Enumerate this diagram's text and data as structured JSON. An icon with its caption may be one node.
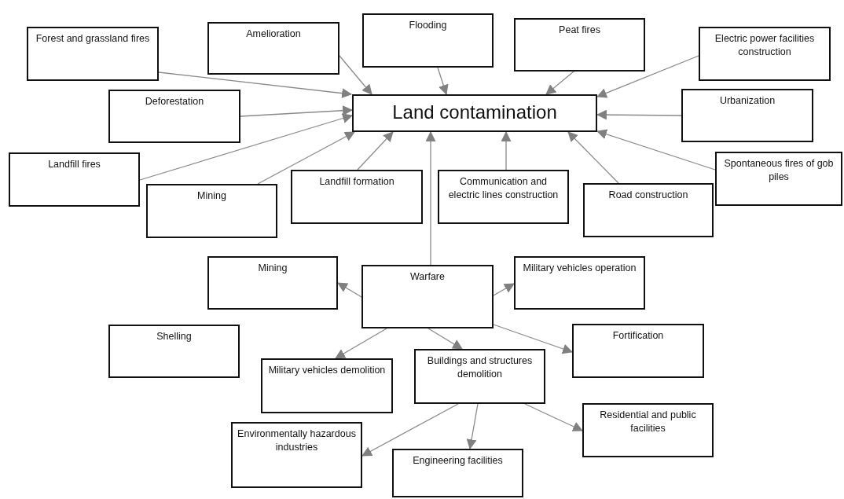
{
  "diagram": {
    "nodes": [
      {
        "text": [
          "Land contamination"
        ]
      },
      {
        "text": [
          "Forest and grassland fires"
        ]
      },
      {
        "text": [
          "Amelioration"
        ]
      },
      {
        "text": [
          "Flooding"
        ]
      },
      {
        "text": [
          "Peat fires"
        ]
      },
      {
        "text": [
          "Electric power facilities construction"
        ]
      },
      {
        "text": [
          "Deforestation"
        ]
      },
      {
        "text": [
          "Urbanization"
        ]
      },
      {
        "text": [
          "Landfill fires"
        ]
      },
      {
        "text": [
          "Mining"
        ]
      },
      {
        "text": [
          "Landfill formation"
        ]
      },
      {
        "text": [
          "Communication and electric lines construction"
        ]
      },
      {
        "text": [
          "Road construction"
        ]
      },
      {
        "text": [
          "Spontaneous fires of gob piles"
        ]
      },
      {
        "text": [
          "Mining"
        ]
      },
      {
        "text": [
          "Warfare"
        ]
      },
      {
        "text": [
          "Military vehicles operation"
        ]
      },
      {
        "text": [
          "Shelling"
        ]
      },
      {
        "text": [
          "Military vehicles demolition"
        ]
      },
      {
        "text": [
          "Buildings and structures demolition"
        ]
      },
      {
        "text": [
          "Fortification"
        ]
      },
      {
        "text": [
          "Environmentally hazardous industries"
        ]
      },
      {
        "text": [
          "Engineering facilities"
        ]
      },
      {
        "text": [
          "Residential and public facilities"
        ]
      }
    ],
    "edges": [
      {
        "from": 1,
        "to": 0,
        "arrow": "to"
      },
      {
        "from": 2,
        "to": 0,
        "arrow": "to"
      },
      {
        "from": 3,
        "to": 0,
        "arrow": "to"
      },
      {
        "from": 4,
        "to": 0,
        "arrow": "to"
      },
      {
        "from": 5,
        "to": 0,
        "arrow": "to"
      },
      {
        "from": 6,
        "to": 0,
        "arrow": "to"
      },
      {
        "from": 7,
        "to": 0,
        "arrow": "to"
      },
      {
        "from": 8,
        "to": 0,
        "arrow": "to"
      },
      {
        "from": 9,
        "to": 0,
        "arrow": "to"
      },
      {
        "from": 10,
        "to": 0,
        "arrow": "to"
      },
      {
        "from": 11,
        "to": 0,
        "arrow": "to"
      },
      {
        "from": 12,
        "to": 0,
        "arrow": "to"
      },
      {
        "from": 13,
        "to": 0,
        "arrow": "to"
      },
      {
        "from": 15,
        "to": 0,
        "arrow": "to"
      },
      {
        "from": 15,
        "to": 14,
        "arrow": "to"
      },
      {
        "from": 15,
        "to": 16,
        "arrow": "to"
      },
      {
        "from": 15,
        "to": 18,
        "arrow": "to"
      },
      {
        "from": 15,
        "to": 19,
        "arrow": "to"
      },
      {
        "from": 15,
        "to": 20,
        "arrow": "to"
      },
      {
        "from": 19,
        "to": 21,
        "arrow": "to"
      },
      {
        "from": 19,
        "to": 22,
        "arrow": "to"
      },
      {
        "from": 19,
        "to": 23,
        "arrow": "to"
      }
    ]
  }
}
